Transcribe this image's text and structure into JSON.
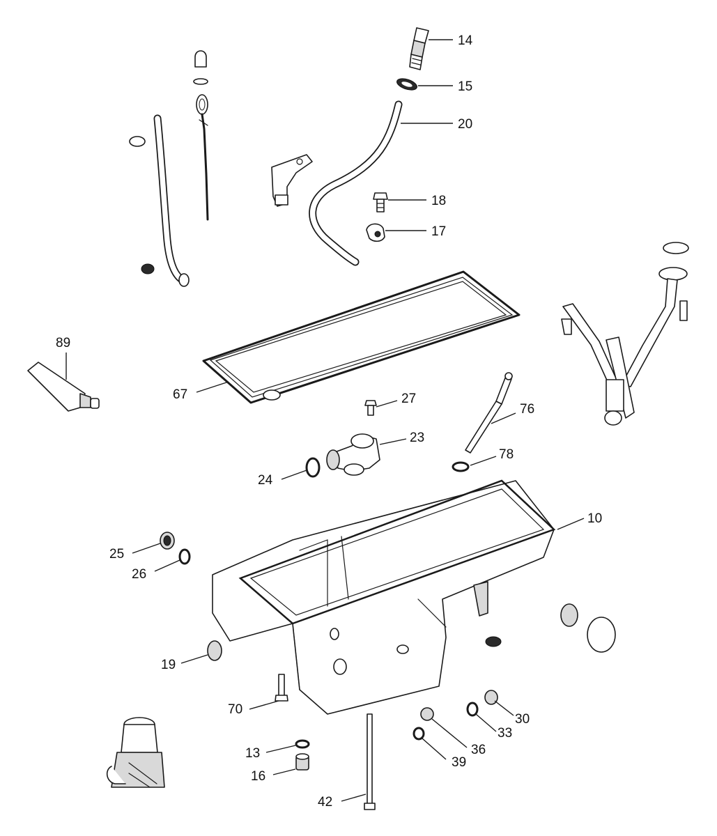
{
  "callouts": [
    {
      "id": "c14",
      "label": "14"
    },
    {
      "id": "c15",
      "label": "15"
    },
    {
      "id": "c20",
      "label": "20"
    },
    {
      "id": "c18",
      "label": "18"
    },
    {
      "id": "c17",
      "label": "17"
    },
    {
      "id": "c89",
      "label": "89"
    },
    {
      "id": "c67",
      "label": "67"
    },
    {
      "id": "c27",
      "label": "27"
    },
    {
      "id": "c76",
      "label": "76"
    },
    {
      "id": "c23",
      "label": "23"
    },
    {
      "id": "c24",
      "label": "24"
    },
    {
      "id": "c78",
      "label": "78"
    },
    {
      "id": "c10",
      "label": "10"
    },
    {
      "id": "c25",
      "label": "25"
    },
    {
      "id": "c26",
      "label": "26"
    },
    {
      "id": "c19",
      "label": "19"
    },
    {
      "id": "c70",
      "label": "70"
    },
    {
      "id": "c30",
      "label": "30"
    },
    {
      "id": "c33",
      "label": "33"
    },
    {
      "id": "c36",
      "label": "36"
    },
    {
      "id": "c39",
      "label": "39"
    },
    {
      "id": "c13",
      "label": "13"
    },
    {
      "id": "c16",
      "label": "16"
    },
    {
      "id": "c42",
      "label": "42"
    }
  ]
}
